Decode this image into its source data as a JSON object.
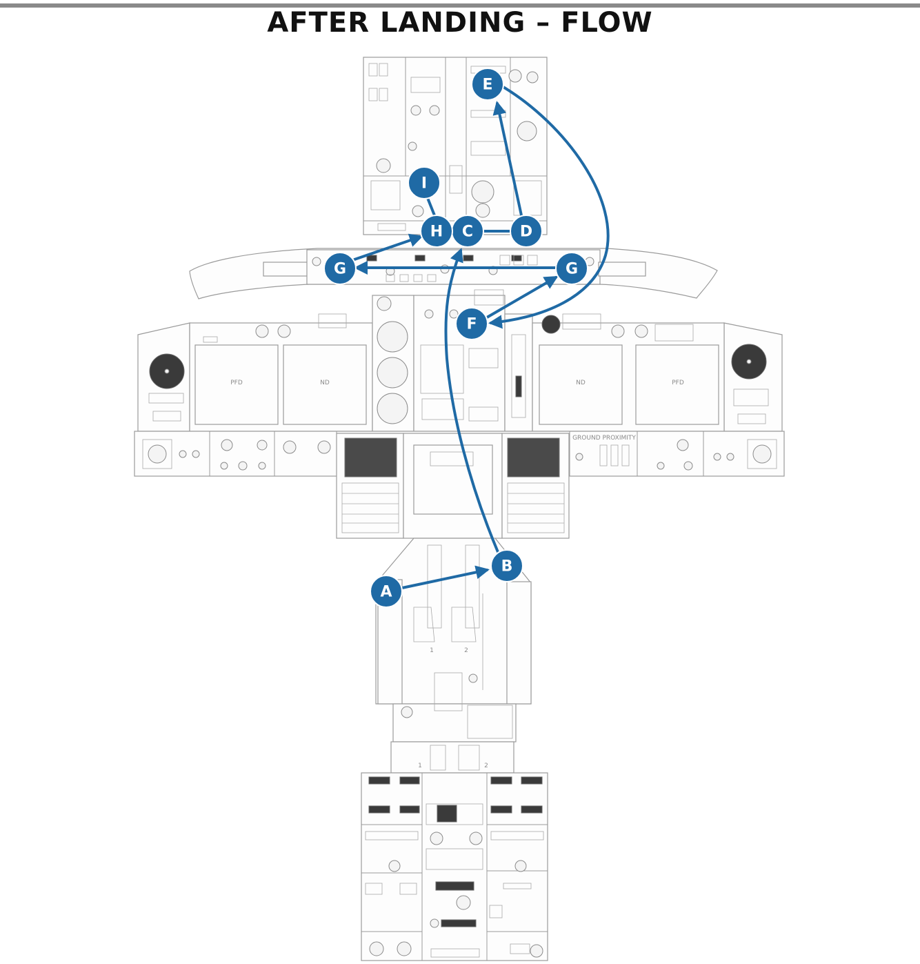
{
  "title": "AFTER LANDING – FLOW",
  "panel_labels": {
    "pfd_left": "PFD",
    "nd_left": "ND",
    "nd_right": "ND",
    "pfd_right": "PFD",
    "ground_proximity": "GROUND PROXIMITY",
    "throttle_1": "1",
    "throttle_2": "2",
    "pedestal_1": "1",
    "pedestal_2": "2"
  },
  "markers": [
    {
      "id": "A",
      "label": "A"
    },
    {
      "id": "B",
      "label": "B"
    },
    {
      "id": "C",
      "label": "C"
    },
    {
      "id": "D",
      "label": "D"
    },
    {
      "id": "E",
      "label": "E"
    },
    {
      "id": "F",
      "label": "F"
    },
    {
      "id": "G-right",
      "label": "G"
    },
    {
      "id": "G-left",
      "label": "G"
    },
    {
      "id": "H",
      "label": "H"
    },
    {
      "id": "I",
      "label": "I"
    }
  ],
  "flow_sequence": [
    "A",
    "B",
    "C",
    "D",
    "E",
    "F",
    "G",
    "G",
    "H",
    "I"
  ],
  "colors": {
    "flow": "#1f6aa5",
    "panel_line": "#9a9a9a",
    "title": "#111111"
  }
}
